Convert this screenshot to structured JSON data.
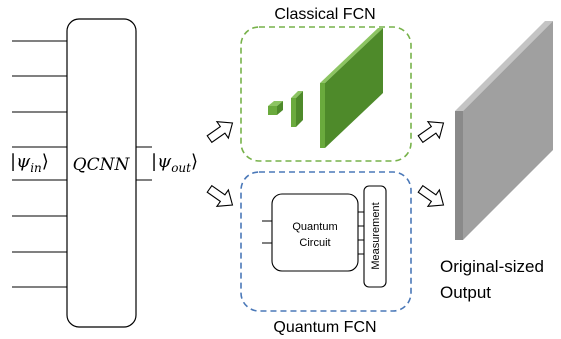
{
  "qcnn": {
    "label": "QCNN",
    "input_state": "|ψ",
    "input_sub": "in",
    "output_state": "|ψ",
    "output_sub": "out",
    "ket_close": "⟩"
  },
  "classical_fcn": {
    "title": "Classical FCN",
    "border_color": "#77b24a",
    "layer_color": "#6aaa3d"
  },
  "quantum_fcn": {
    "title": "Quantum FCN",
    "border_color": "#4a78b8",
    "circuit_label_line1": "Quantum",
    "circuit_label_line2": "Circuit",
    "measurement_label": "Measurement"
  },
  "output": {
    "label_line1": "Original-sized",
    "label_line2": "Output",
    "slab_color": "#9a9a9a"
  }
}
